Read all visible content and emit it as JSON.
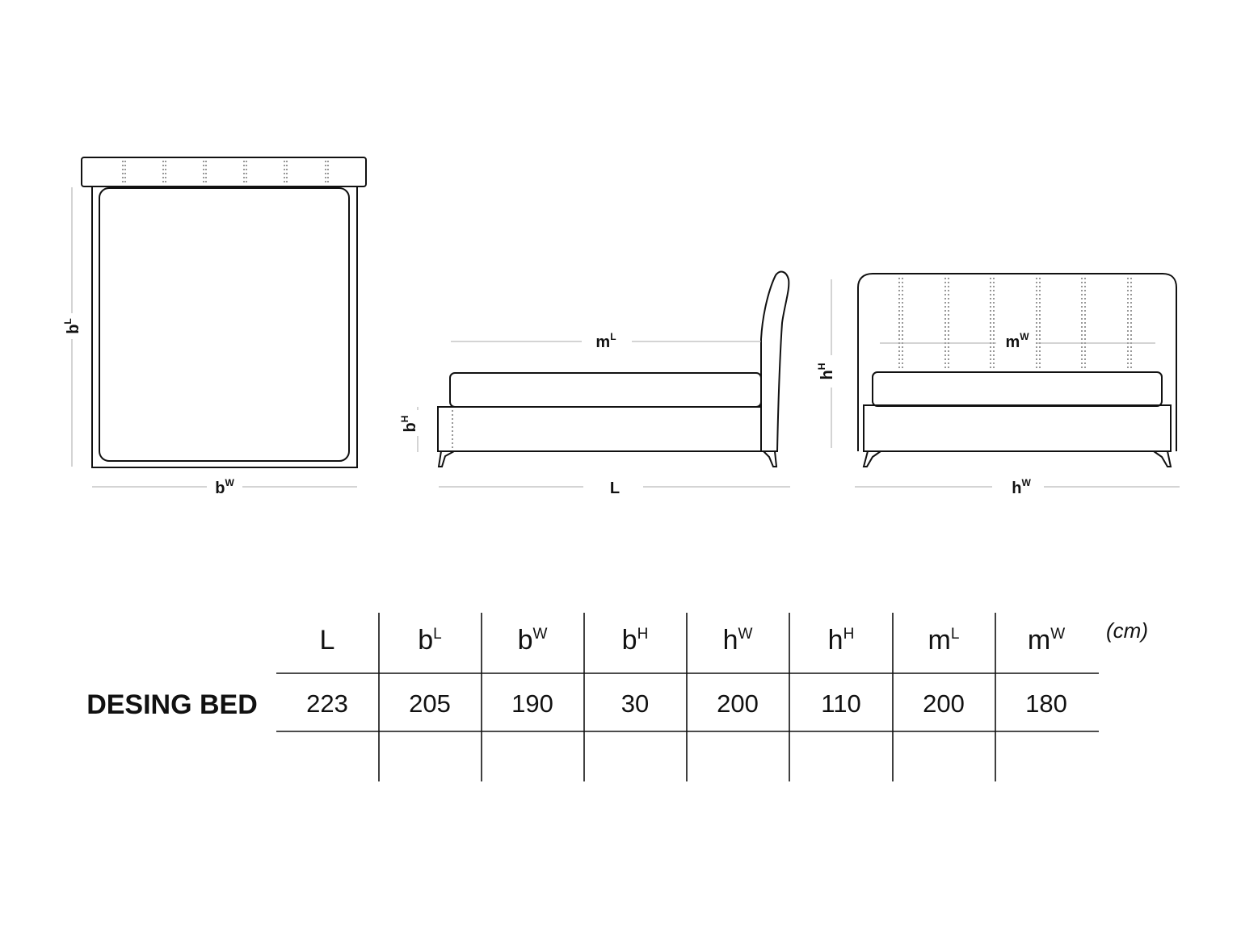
{
  "views": {
    "top": {
      "length_label": "b",
      "length_sup": "L",
      "width_label": "b",
      "width_sup": "W"
    },
    "side": {
      "mattress_label": "m",
      "mattress_sup": "L",
      "base_height_label": "b",
      "base_height_sup": "H",
      "length_label": "L"
    },
    "front": {
      "mattress_label": "m",
      "mattress_sup": "W",
      "height_label": "h",
      "height_sup": "H",
      "width_label": "h",
      "width_sup": "W"
    }
  },
  "table": {
    "unit": "(cm)",
    "columns": [
      {
        "base": "L",
        "sup": ""
      },
      {
        "base": "b",
        "sup": "L"
      },
      {
        "base": "b",
        "sup": "W"
      },
      {
        "base": "b",
        "sup": "H"
      },
      {
        "base": "h",
        "sup": "W"
      },
      {
        "base": "h",
        "sup": "H"
      },
      {
        "base": "m",
        "sup": "L"
      },
      {
        "base": "m",
        "sup": "W"
      }
    ],
    "rows": [
      {
        "label": "DESING BED",
        "values": [
          "223",
          "205",
          "190",
          "30",
          "200",
          "110",
          "200",
          "180"
        ]
      }
    ]
  },
  "colors": {
    "line": "#111111",
    "dimension_line": "#aaaaaa"
  }
}
